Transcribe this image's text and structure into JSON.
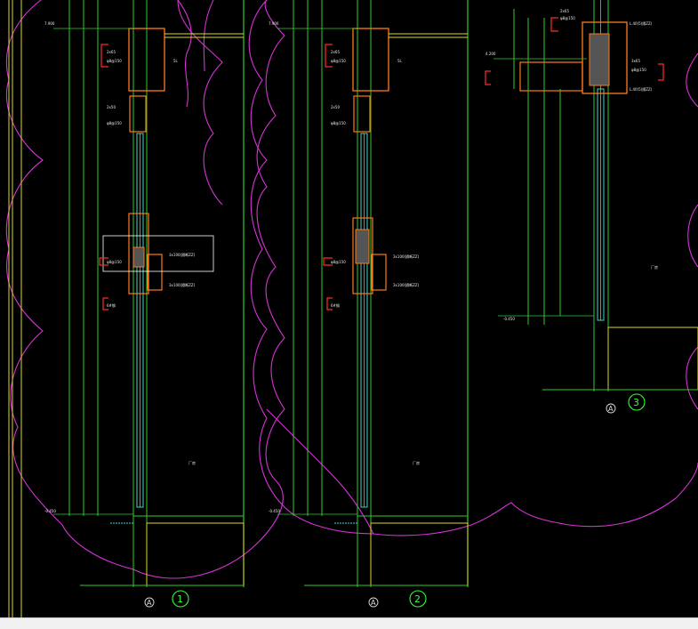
{
  "drawing": {
    "background": "#000000",
    "colors": {
      "frame_green": "#2ecc2e",
      "cloud_magenta": "#d633d6",
      "wall_yellow": "#d8d820",
      "profile_orange": "#ff7a1a",
      "glass_cyan": "#3fd6c8",
      "callout_red": "#ff2a2a",
      "text_white": "#e8e8e8"
    },
    "details": [
      {
        "id": "1",
        "axis": "A",
        "elev_top": "7.900",
        "elev_bottom": "-0.450",
        "room": "厂房",
        "labels": [
          "2x65",
          "φ8@150",
          "5L",
          "2x50",
          "φ8@150",
          "3x100(隔断ZZ)",
          "φ8@150",
          "3x100(隔断ZZ)",
          "6#钢"
        ]
      },
      {
        "id": "2",
        "axis": "A",
        "elev_top": "7.900",
        "elev_bottom": "-0.450",
        "room": "厂房",
        "labels": [
          "2x65",
          "φ8@150",
          "5L",
          "2x50",
          "φ8@150",
          "3x100(隔断ZZ)",
          "φ8@150",
          "3x100(隔断ZZ)",
          "6#钢"
        ]
      },
      {
        "id": "3",
        "axis": "A",
        "elev_top": "4.200",
        "elev_bottom": "-0.450",
        "room": "厂房",
        "labels": [
          "2x65",
          "φ8@150",
          "L.40(5(隔ZZ)",
          "3x65",
          "φ8@150",
          "L.40(5(隔ZZ)"
        ]
      }
    ]
  },
  "icons": {
    "axis_bubble": "axis-circle-icon"
  }
}
